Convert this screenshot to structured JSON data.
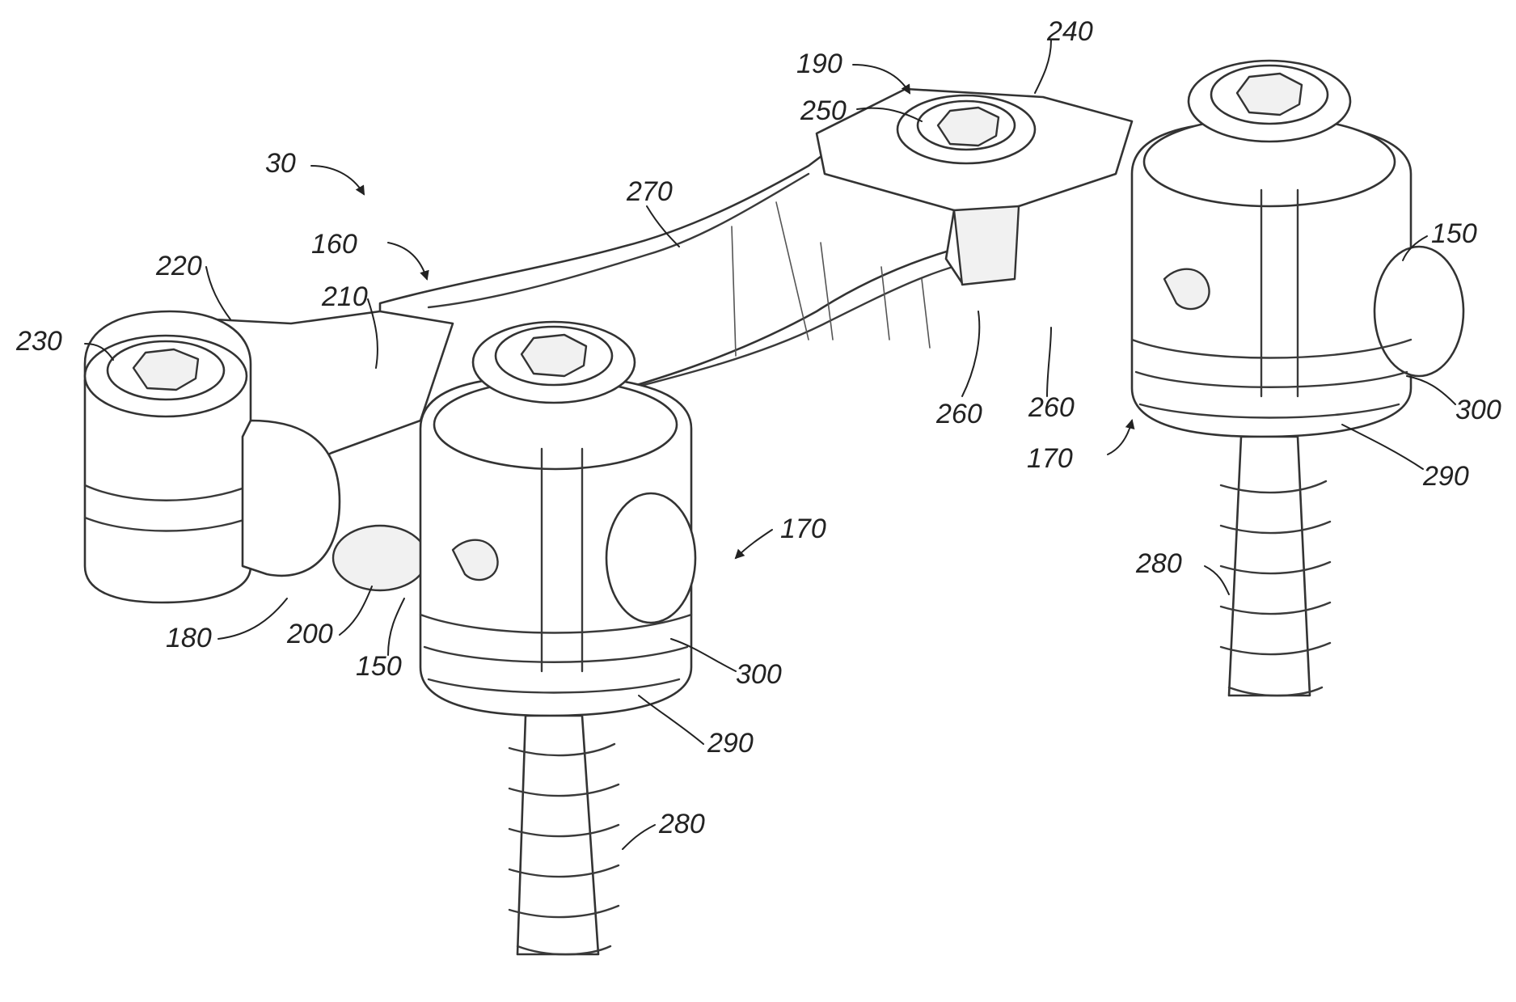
{
  "figure": {
    "labels": [
      {
        "id": "l30",
        "text": "30"
      },
      {
        "id": "l160",
        "text": "160"
      },
      {
        "id": "l190",
        "text": "190"
      },
      {
        "id": "l240",
        "text": "240"
      },
      {
        "id": "l250",
        "text": "250"
      },
      {
        "id": "l270",
        "text": "270"
      },
      {
        "id": "l220",
        "text": "220"
      },
      {
        "id": "l210",
        "text": "210"
      },
      {
        "id": "l230",
        "text": "230"
      },
      {
        "id": "l150r",
        "text": "150"
      },
      {
        "id": "l260a",
        "text": "260"
      },
      {
        "id": "l260b",
        "text": "260"
      },
      {
        "id": "l300r",
        "text": "300"
      },
      {
        "id": "l170r",
        "text": "170"
      },
      {
        "id": "l290r",
        "text": "290"
      },
      {
        "id": "l170c",
        "text": "170"
      },
      {
        "id": "l280r",
        "text": "280"
      },
      {
        "id": "l180",
        "text": "180"
      },
      {
        "id": "l200",
        "text": "200"
      },
      {
        "id": "l150c",
        "text": "150"
      },
      {
        "id": "l300c",
        "text": "300"
      },
      {
        "id": "l290c",
        "text": "290"
      },
      {
        "id": "l280c",
        "text": "280"
      }
    ]
  }
}
